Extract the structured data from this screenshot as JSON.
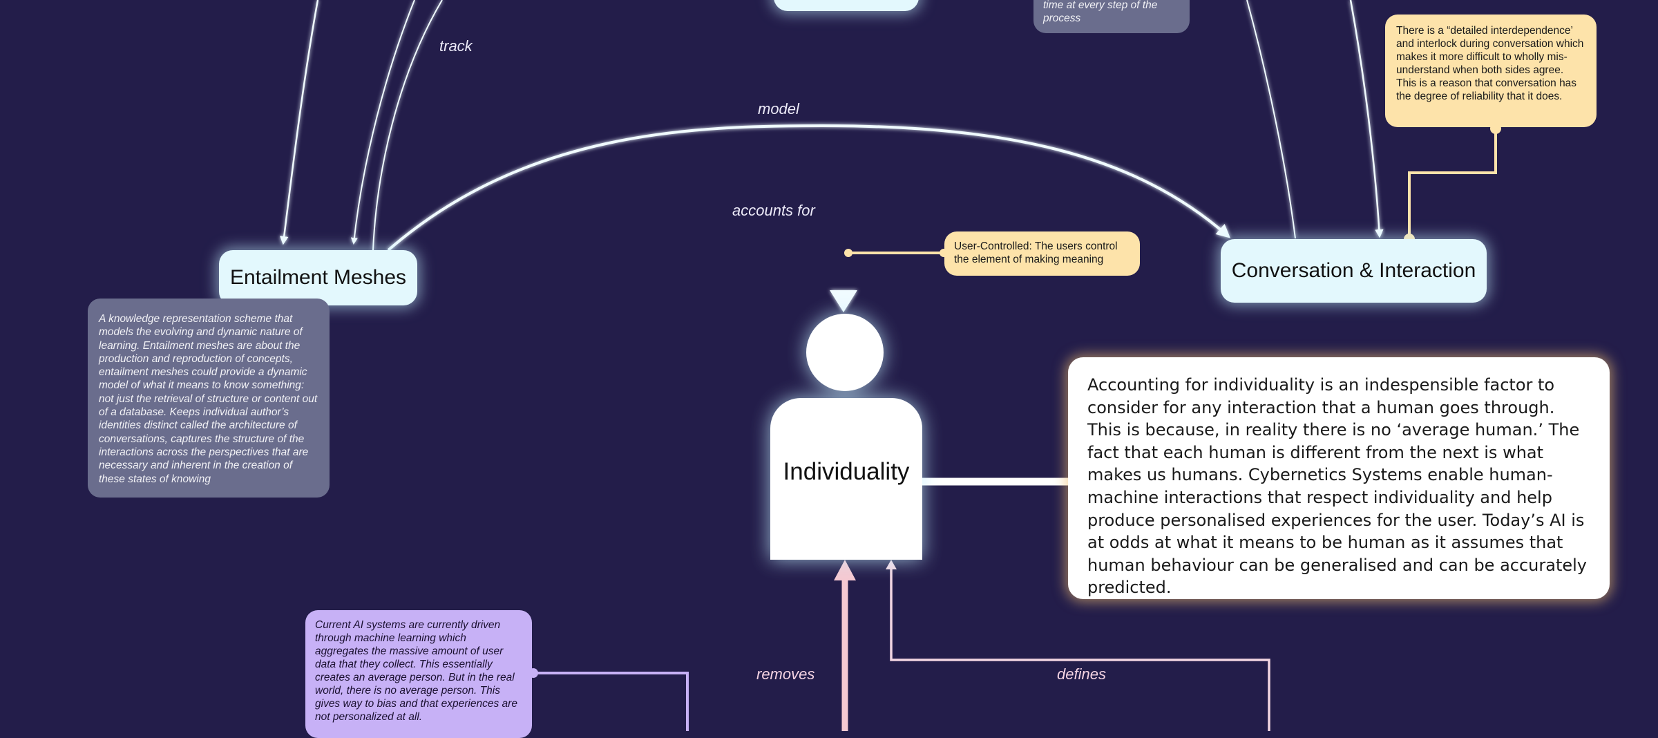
{
  "nodes": {
    "entailment_meshes": "Entailment Meshes",
    "conversation_interaction": "Conversation & Interaction",
    "individuality": "Individuality"
  },
  "edge_labels": {
    "track": "track",
    "model": "model",
    "accounts_for": "accounts for",
    "removes": "removes",
    "defines": "defines"
  },
  "notes": {
    "top_grey_fragment": "time at every step of the process",
    "interdependence": "There is a “detailed interdependence’ and interlock during conversation which makes it more difficult to wholly mis-understand when both sides agree. This is a reason that conversation has the degree of reliability that it does.",
    "user_controlled": "User-Controlled: The users control the element of making meaning",
    "entailment_description": "A knowledge representation scheme that models the evolving and dynamic nature of learning. Entailment meshes are about the production and reproduction of concepts, entailment meshes could provide a dynamic model of what it means to know something: not just the retrieval of structure or content out of a database. Keeps individual author’s identities distinct called the architecture of conversations, captures the structure of the interactions across the perspectives that are necessary and inherent in the creation of these states of knowing",
    "current_ai": "Current AI systems are currently driven through machine learning which aggregates the massive amount of user data that they collect. This essentially creates an average person. But in the real world, there is no average person. This gives way to bias and that experiences are not personalized at all.",
    "individuality_callout": "Accounting for individuality is an indespensible factor to consider for any interaction that a human goes through. This is because, in reality there is no ‘average human.’ The fact that each human is different from the next is what makes us humans. Cybernetics Systems enable human-machine interactions that respect individuality and help produce personalised experiences for the user. Today’s AI is at odds at what it means to be human as it assumes that human behaviour can be generalised and can be accurately predicted."
  },
  "colors": {
    "background": "#231d4a",
    "node_fill": "#e3f8fd",
    "edge": "#f0fbff",
    "note_grey": "#6a6d8d",
    "note_yellow": "#fde3aa",
    "note_purple": "#c7b1f6",
    "connector_yellow": "#fde3aa",
    "connector_purple": "#c7b1f6",
    "edge_pink": "#f5c9d2"
  }
}
